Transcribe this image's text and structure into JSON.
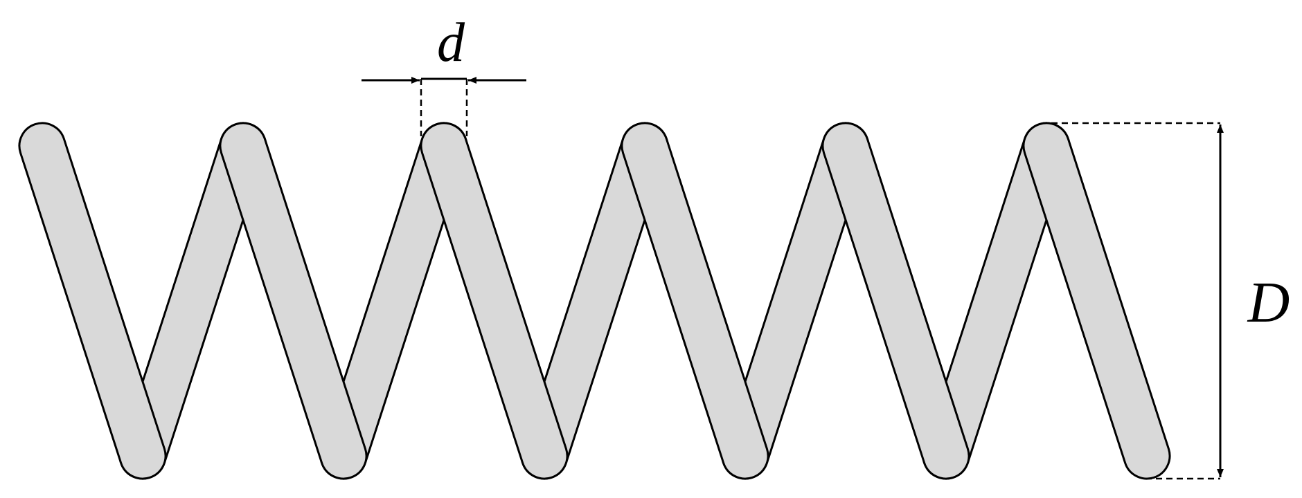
{
  "colors": {
    "wire_fill": "#d9d9d9",
    "wire_stroke": "#000000",
    "annotation": "#000000",
    "background": "#ffffff"
  },
  "spring": {
    "coil_count": 6
  },
  "labels": {
    "wire_diameter": "d",
    "coil_diameter": "D"
  }
}
